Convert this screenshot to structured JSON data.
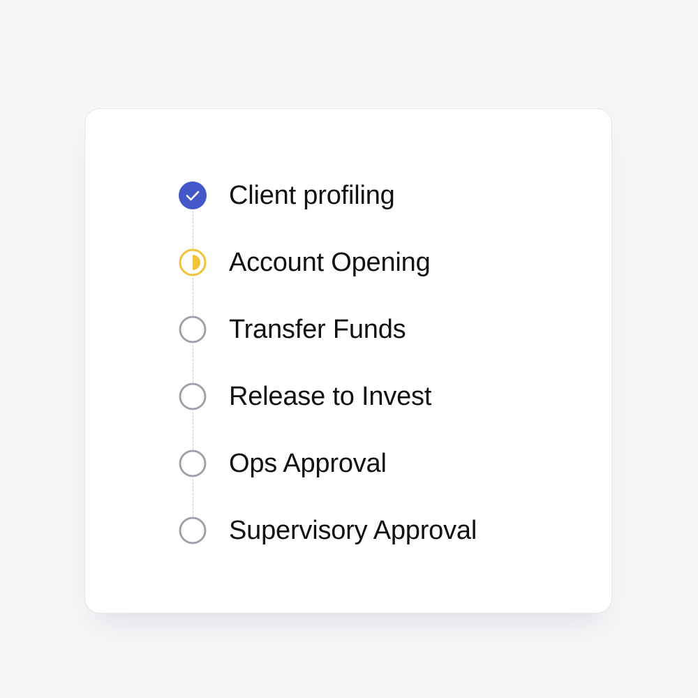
{
  "colors": {
    "complete": "#4457c9",
    "in_progress": "#f2c23a",
    "pending": "#9ea2ab",
    "connector": "#c4c7ce"
  },
  "steps": [
    {
      "label": "Client profiling",
      "status": "complete",
      "icon": "check-circle-icon"
    },
    {
      "label": "Account Opening",
      "status": "in-progress",
      "icon": "half-circle-icon"
    },
    {
      "label": "Transfer Funds",
      "status": "pending",
      "icon": "empty-circle-icon"
    },
    {
      "label": "Release to Invest",
      "status": "pending",
      "icon": "empty-circle-icon"
    },
    {
      "label": "Ops Approval",
      "status": "pending",
      "icon": "empty-circle-icon"
    },
    {
      "label": "Supervisory Approval",
      "status": "pending",
      "icon": "empty-circle-icon"
    }
  ]
}
